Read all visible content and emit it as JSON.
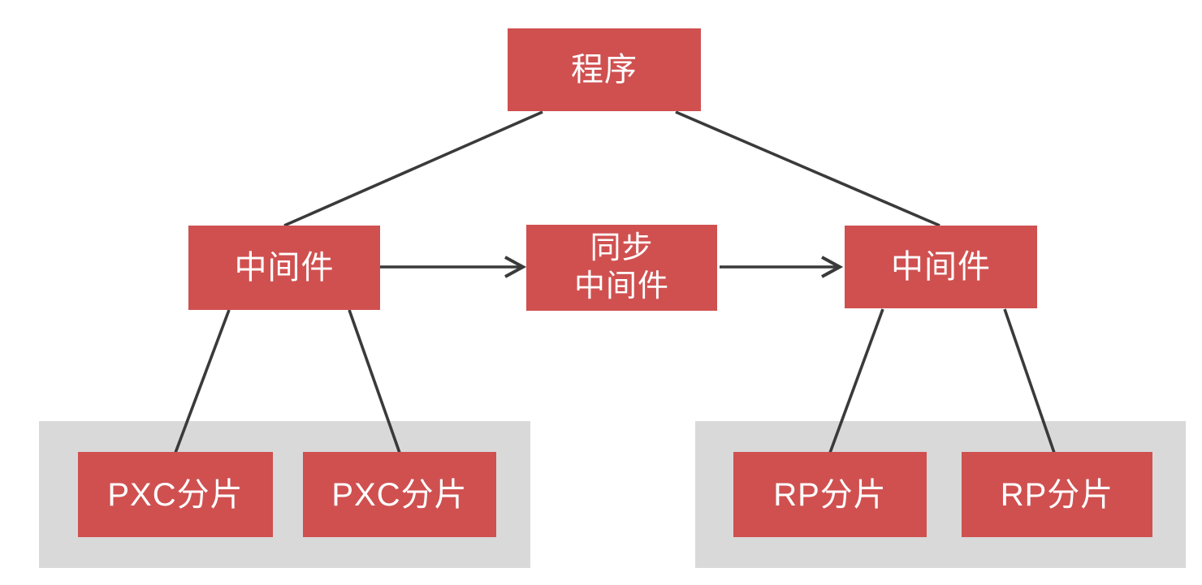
{
  "diagram": {
    "nodes": {
      "program": {
        "label": "程序"
      },
      "middleware_left": {
        "label": "中间件"
      },
      "middleware_sync": {
        "label": "同步\n中间件"
      },
      "middleware_right": {
        "label": "中间件"
      },
      "pxc_shard_1": {
        "label": "PXC分片"
      },
      "pxc_shard_2": {
        "label": "PXC分片"
      },
      "rp_shard_1": {
        "label": "RP分片"
      },
      "rp_shard_2": {
        "label": "RP分片"
      }
    },
    "clusters": {
      "pxc_cluster": {
        "contains": [
          "pxc_shard_1",
          "pxc_shard_2"
        ]
      },
      "rp_cluster": {
        "contains": [
          "rp_shard_1",
          "rp_shard_2"
        ]
      }
    },
    "edges": [
      {
        "from": "program",
        "to": "middleware_left",
        "arrow": false
      },
      {
        "from": "program",
        "to": "middleware_right",
        "arrow": false
      },
      {
        "from": "middleware_left",
        "to": "middleware_sync",
        "arrow": true
      },
      {
        "from": "middleware_sync",
        "to": "middleware_right",
        "arrow": true
      },
      {
        "from": "middleware_left",
        "to": "pxc_shard_1",
        "arrow": false
      },
      {
        "from": "middleware_left",
        "to": "pxc_shard_2",
        "arrow": false
      },
      {
        "from": "middleware_right",
        "to": "rp_shard_1",
        "arrow": false
      },
      {
        "from": "middleware_right",
        "to": "rp_shard_2",
        "arrow": false
      }
    ],
    "colors": {
      "node_fill": "#d05050",
      "node_text": "#ffffff",
      "cluster_fill": "#d9d9d9",
      "connector": "#3a3a3a",
      "background": "#ffffff"
    }
  }
}
